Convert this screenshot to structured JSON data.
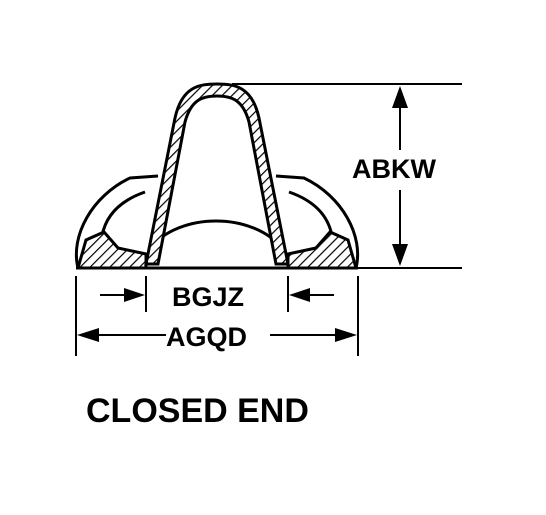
{
  "labels": {
    "height_dim": "ABKW",
    "inner_width_dim": "BGJZ",
    "outer_width_dim": "AGQD",
    "caption": "CLOSED END"
  },
  "colors": {
    "ink": "#000000",
    "paper": "#ffffff"
  }
}
